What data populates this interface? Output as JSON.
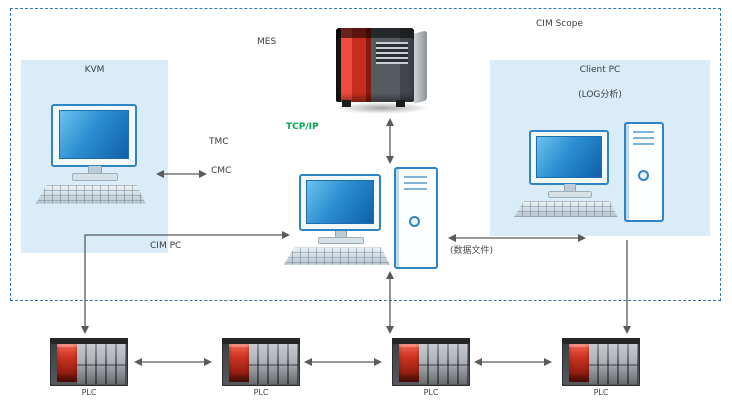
{
  "scope": {
    "label": "CIM Scope"
  },
  "nodes": {
    "mes": {
      "label": "MES"
    },
    "kvm": {
      "label": "KVM"
    },
    "cim_pc": {
      "label": "CIM PC"
    },
    "client_pc": {
      "label": "Client PC",
      "sublabel": "(LOG分析)"
    }
  },
  "links": {
    "tmc": "TMC",
    "cmc": "CMC",
    "tcpip": "TCP/IP",
    "data_file": "(数据文件)"
  },
  "plcs": [
    {
      "label": "PLC"
    },
    {
      "label": "PLC"
    },
    {
      "label": "PLC"
    },
    {
      "label": "PLC"
    }
  ],
  "colors": {
    "scope_border": "#2f76b5",
    "panel_bg": "#d9ecf8",
    "tcpip_green": "#00a651",
    "arrow": "#5a5a5a",
    "accent_blue": "#2f84c4",
    "server_red": "#c62d1e",
    "plc_red": "#cf3322"
  }
}
